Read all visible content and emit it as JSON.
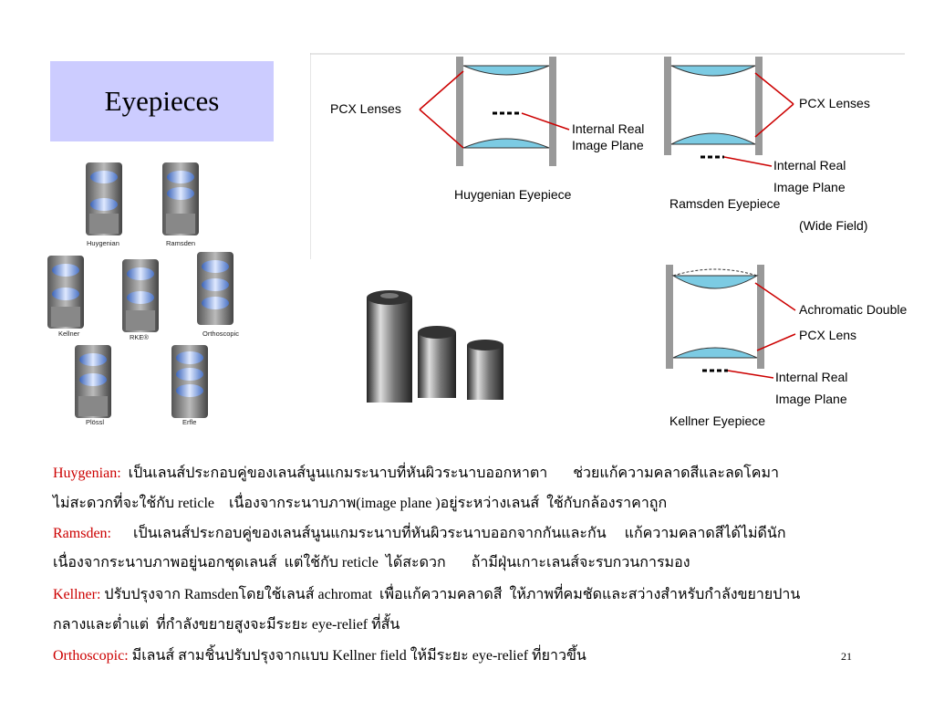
{
  "title": "Eyepieces",
  "thumbnails": {
    "huygenian": "Huygenian",
    "ramsden": "Ramsden",
    "kellner": "Kellner",
    "rke": "RKE®",
    "orthoscopic": "Orthoscopic",
    "plossl": "Plössl",
    "erfle": "Erfle"
  },
  "diagrams": {
    "huygenian": {
      "pcx_lenses": "PCX Lenses",
      "internal_real_1": "Internal Real",
      "internal_real_2": "Image Plane",
      "caption": "Huygenian Eyepiece"
    },
    "ramsden": {
      "pcx_lenses": "PCX Lenses",
      "internal_real_1": "Internal Real",
      "internal_real_2": "Image Plane",
      "caption": "Ramsden Eyepiece",
      "note": "(Wide Field)"
    },
    "kellner": {
      "achromatic": "Achromatic Doublet",
      "pcx_lens": "PCX Lens",
      "internal_real_1": "Internal Real",
      "internal_real_2": "Image Plane",
      "caption": "Kellner Eyepiece"
    }
  },
  "body": {
    "line1_label": "Huygenian:",
    "line1_text": "  เป็นเลนส์ประกอบคู่ของเลนส์นูนแกมระนาบที่หันผิวระนาบออกหาตา       ช่วยแก้ความคลาดสีและลดโคมา",
    "line2_text": "ไม่สะดวกที่จะใช้กับ reticle    เนื่องจากระนาบภาพ(image plane )อยู่ระหว่างเลนส์  ใช้กับกล้องราคาถูก",
    "line3_label": "Ramsden:",
    "line3_text": "      เป็นเลนส์ประกอบคู่ของเลนส์นูนแกมระนาบที่หันผิวระนาบออกจากกันและกัน     แก้ความคลาดสีได้ไม่ดีนัก",
    "line4_text": "เนื่องจากระนาบภาพอยู่นอกชุดเลนส์  แต่ใช้กับ reticle  ได้สะดวก       ถ้ามีฝุ่นเกาะเลนส์จะรบกวนการมอง",
    "line5_label": "Kellner:",
    "line5_text": " ปรับปรุงจาก Ramsdenโดยใช้เลนส์ achromat  เพื่อแก้ความคลาดสี  ให้ภาพที่คมชัดและสว่างสำหรับกำลังขยายปาน",
    "line6_text": "กลางและต่ำแต่  ที่กำลังขยายสูงจะมีระยะ eye-relief ที่สั้น",
    "line7_label": "Orthoscopic:",
    "line7_text": " มีเลนส์ สามชิ้นปรับปรุงจากแบบ Kellner field ให้มีระยะ eye-relief ที่ยาวขึ้น"
  },
  "slide_number": "21"
}
